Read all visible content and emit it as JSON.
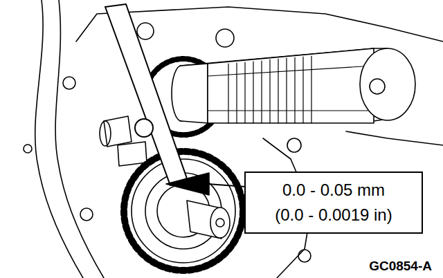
{
  "diagram": {
    "nodes": [
      {
        "text": [
          "0.0 - 0.05 mm",
          "(0.0 - 0.0019 in)"
        ]
      }
    ],
    "labels": [
      "GC0854-A"
    ]
  }
}
